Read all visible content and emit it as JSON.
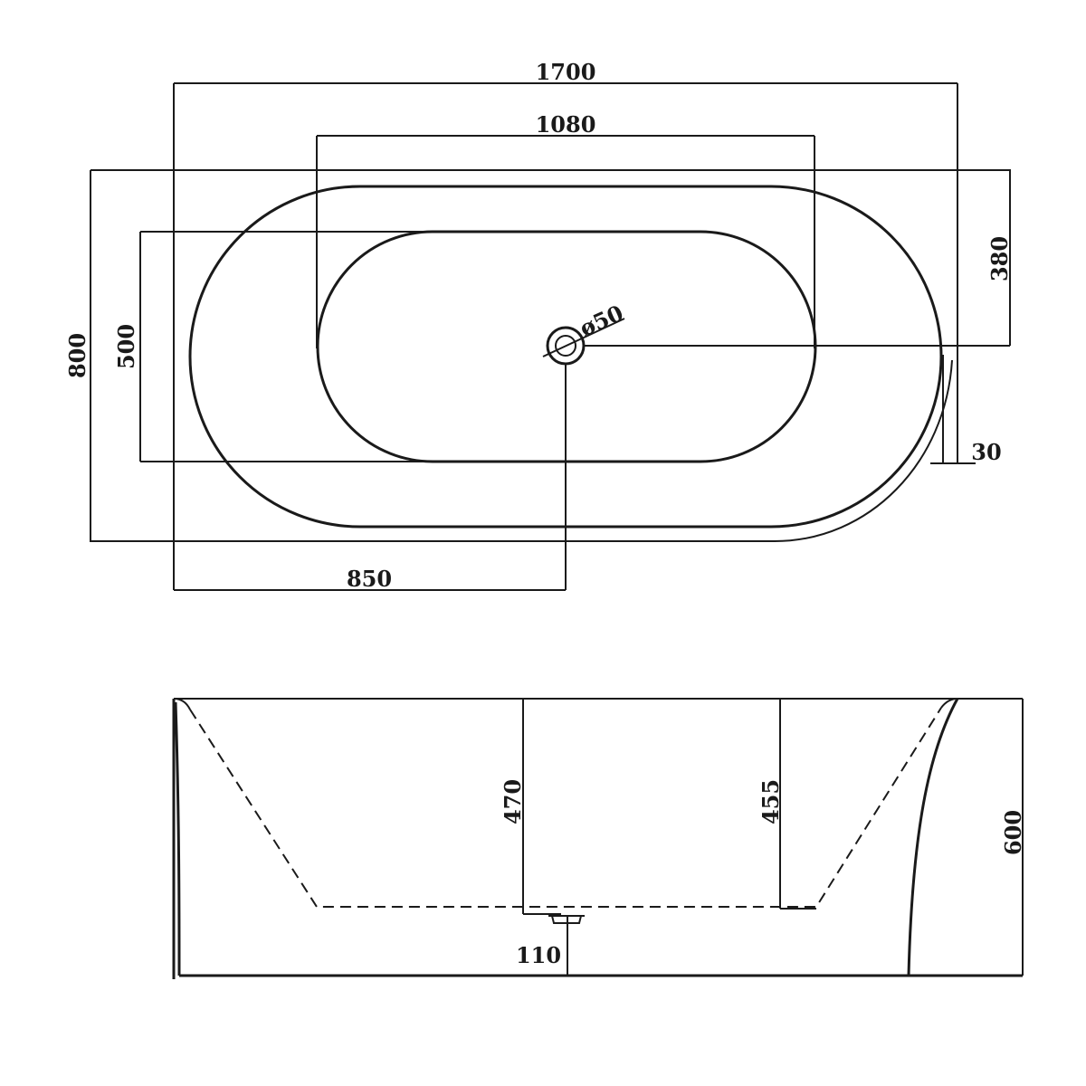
{
  "plan_view": {
    "overall_length": "1700",
    "inner_length": "1080",
    "overall_width": "800",
    "inner_width": "500",
    "drain_offset_side": "380",
    "drain_diameter": "ø50",
    "drain_offset_end": "850",
    "rim_offset": "30"
  },
  "side_view": {
    "depth_left": "470",
    "depth_right": "455",
    "height": "600",
    "drain_height": "110"
  }
}
